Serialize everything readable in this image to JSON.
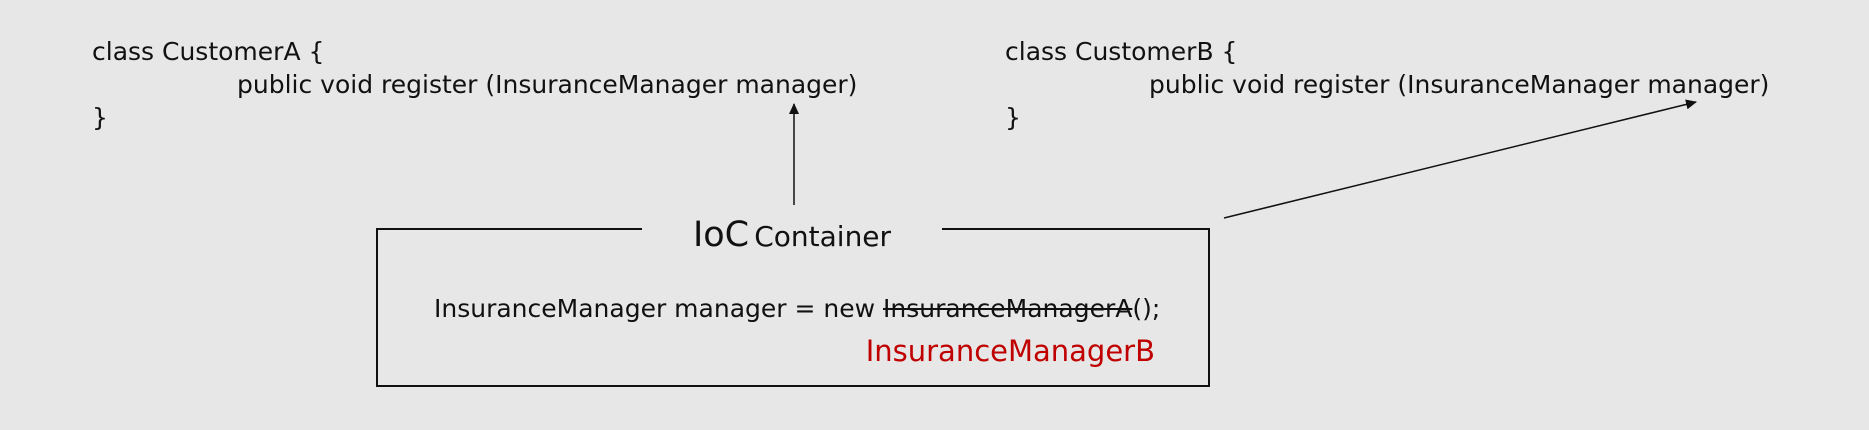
{
  "customer_a": {
    "line1": "class CustomerA {",
    "line2": "public void register (InsuranceManager manager)",
    "line3": "}"
  },
  "customer_b": {
    "line1": "class CustomerB {",
    "line2": "public void register (InsuranceManager manager)",
    "line3": "}"
  },
  "container": {
    "title_main": "IoC",
    "title_rest": "Container",
    "code_prefix": "InsuranceManager manager = new ",
    "code_struck": "InsuranceManagerA",
    "code_suffix": "();",
    "replacement": "InsuranceManagerB"
  },
  "colors": {
    "background": "#e7e7e7",
    "text": "#111111",
    "replacement": "#c00000"
  }
}
